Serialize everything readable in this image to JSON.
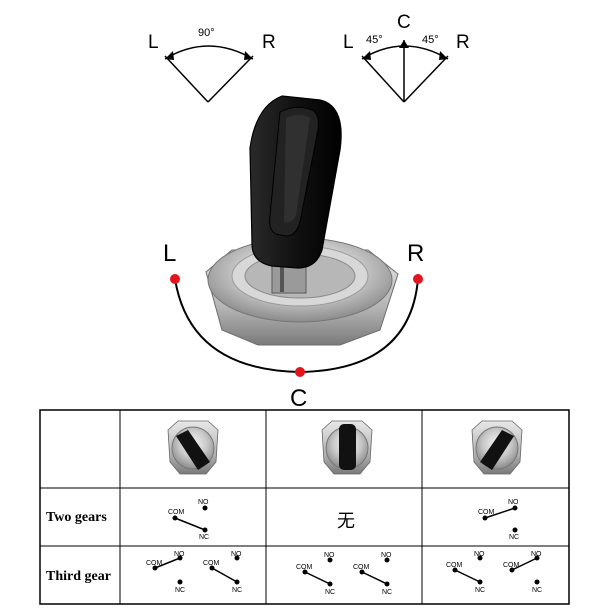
{
  "angles": {
    "left_diagram": {
      "left": "L",
      "right": "R",
      "angle": "90°"
    },
    "right_diagram": {
      "left": "L",
      "center": "C",
      "right": "R",
      "angle_left": "45°",
      "angle_right": "45°"
    }
  },
  "switch_positions": {
    "left": "L",
    "right": "R",
    "center": "C"
  },
  "table": {
    "rows": [
      {
        "label": "Two gears"
      },
      {
        "label": "Third gear"
      }
    ],
    "none_symbol": "无",
    "terminals": {
      "com": "COM",
      "no": "NO",
      "nc": "NC"
    }
  },
  "colors": {
    "position_dot": "#e3141b",
    "line": "#000000",
    "key": "#111111"
  }
}
